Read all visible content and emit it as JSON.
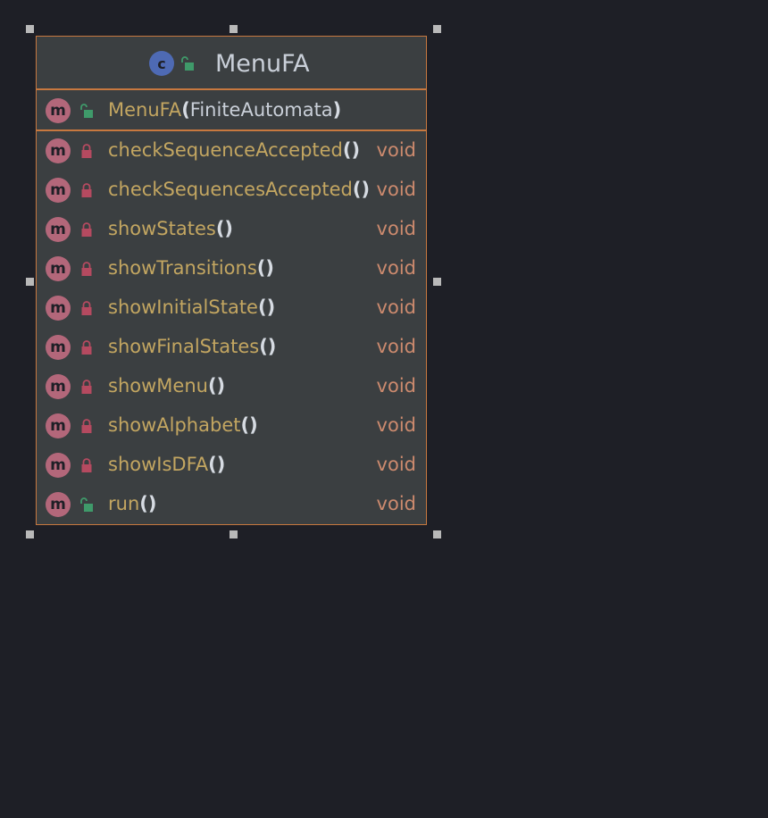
{
  "class": {
    "icon_letter": "c",
    "name": "MenuFA",
    "visibility": "public"
  },
  "constructor": {
    "icon_letter": "m",
    "name": "MenuFA",
    "open_paren": "(",
    "param": "FiniteAutomata",
    "close_paren": ")",
    "visibility": "public"
  },
  "methods": [
    {
      "icon_letter": "m",
      "name": "checkSequenceAccepted",
      "parens": "()",
      "return_type": "void",
      "visibility": "private"
    },
    {
      "icon_letter": "m",
      "name": "checkSequencesAccepted",
      "parens": "()",
      "return_type": "void",
      "visibility": "private"
    },
    {
      "icon_letter": "m",
      "name": "showStates",
      "parens": "()",
      "return_type": "void",
      "visibility": "private"
    },
    {
      "icon_letter": "m",
      "name": "showTransitions",
      "parens": "()",
      "return_type": "void",
      "visibility": "private"
    },
    {
      "icon_letter": "m",
      "name": "showInitialState",
      "parens": "()",
      "return_type": "void",
      "visibility": "private"
    },
    {
      "icon_letter": "m",
      "name": "showFinalStates",
      "parens": "()",
      "return_type": "void",
      "visibility": "private"
    },
    {
      "icon_letter": "m",
      "name": "showMenu",
      "parens": "()",
      "return_type": "void",
      "visibility": "private"
    },
    {
      "icon_letter": "m",
      "name": "showAlphabet",
      "parens": "()",
      "return_type": "void",
      "visibility": "private"
    },
    {
      "icon_letter": "m",
      "name": "showIsDFA",
      "parens": "()",
      "return_type": "void",
      "visibility": "private"
    },
    {
      "icon_letter": "m",
      "name": "run",
      "parens": "()",
      "return_type": "void",
      "visibility": "public"
    }
  ],
  "colors": {
    "background": "#1e1f26",
    "box": "#3b3f41",
    "border": "#c7783f",
    "class_icon": "#4e6ab4",
    "method_icon": "#b3677a",
    "member_name": "#c3a661",
    "return_type": "#cc8a6e",
    "public_icon": "#3f9a6a",
    "private_icon": "#b54a60"
  }
}
